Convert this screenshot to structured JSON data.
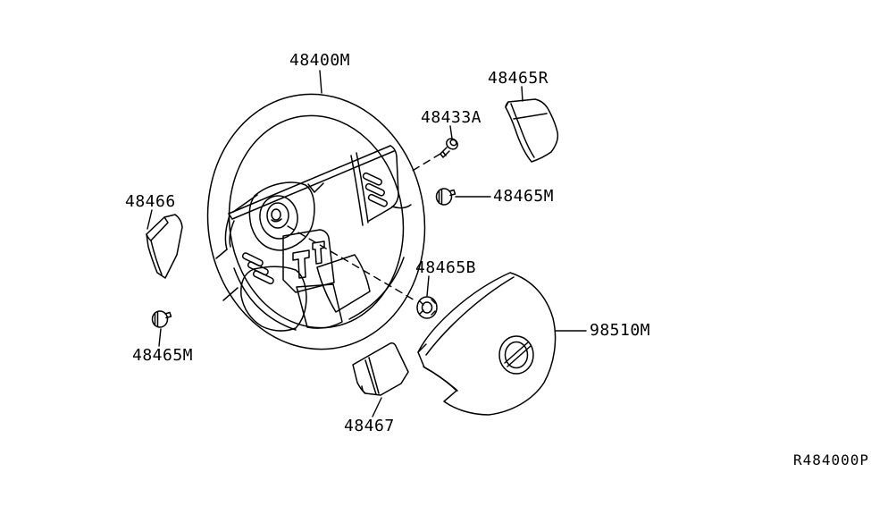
{
  "diagram": {
    "ref_code": "R484000P",
    "labels": [
      {
        "part": "48400M",
        "text": "48400M"
      },
      {
        "part": "48465R",
        "text": "48465R"
      },
      {
        "part": "48433A",
        "text": "48433A"
      },
      {
        "part": "48466",
        "text": "48466"
      },
      {
        "part": "48465M-right",
        "text": "48465M"
      },
      {
        "part": "48465B",
        "text": "48465B"
      },
      {
        "part": "98510M",
        "text": "98510M"
      },
      {
        "part": "48465M-left",
        "text": "48465M"
      },
      {
        "part": "48467",
        "text": "48467"
      }
    ],
    "colors": {
      "line": "#000000",
      "background": "#ffffff"
    }
  }
}
